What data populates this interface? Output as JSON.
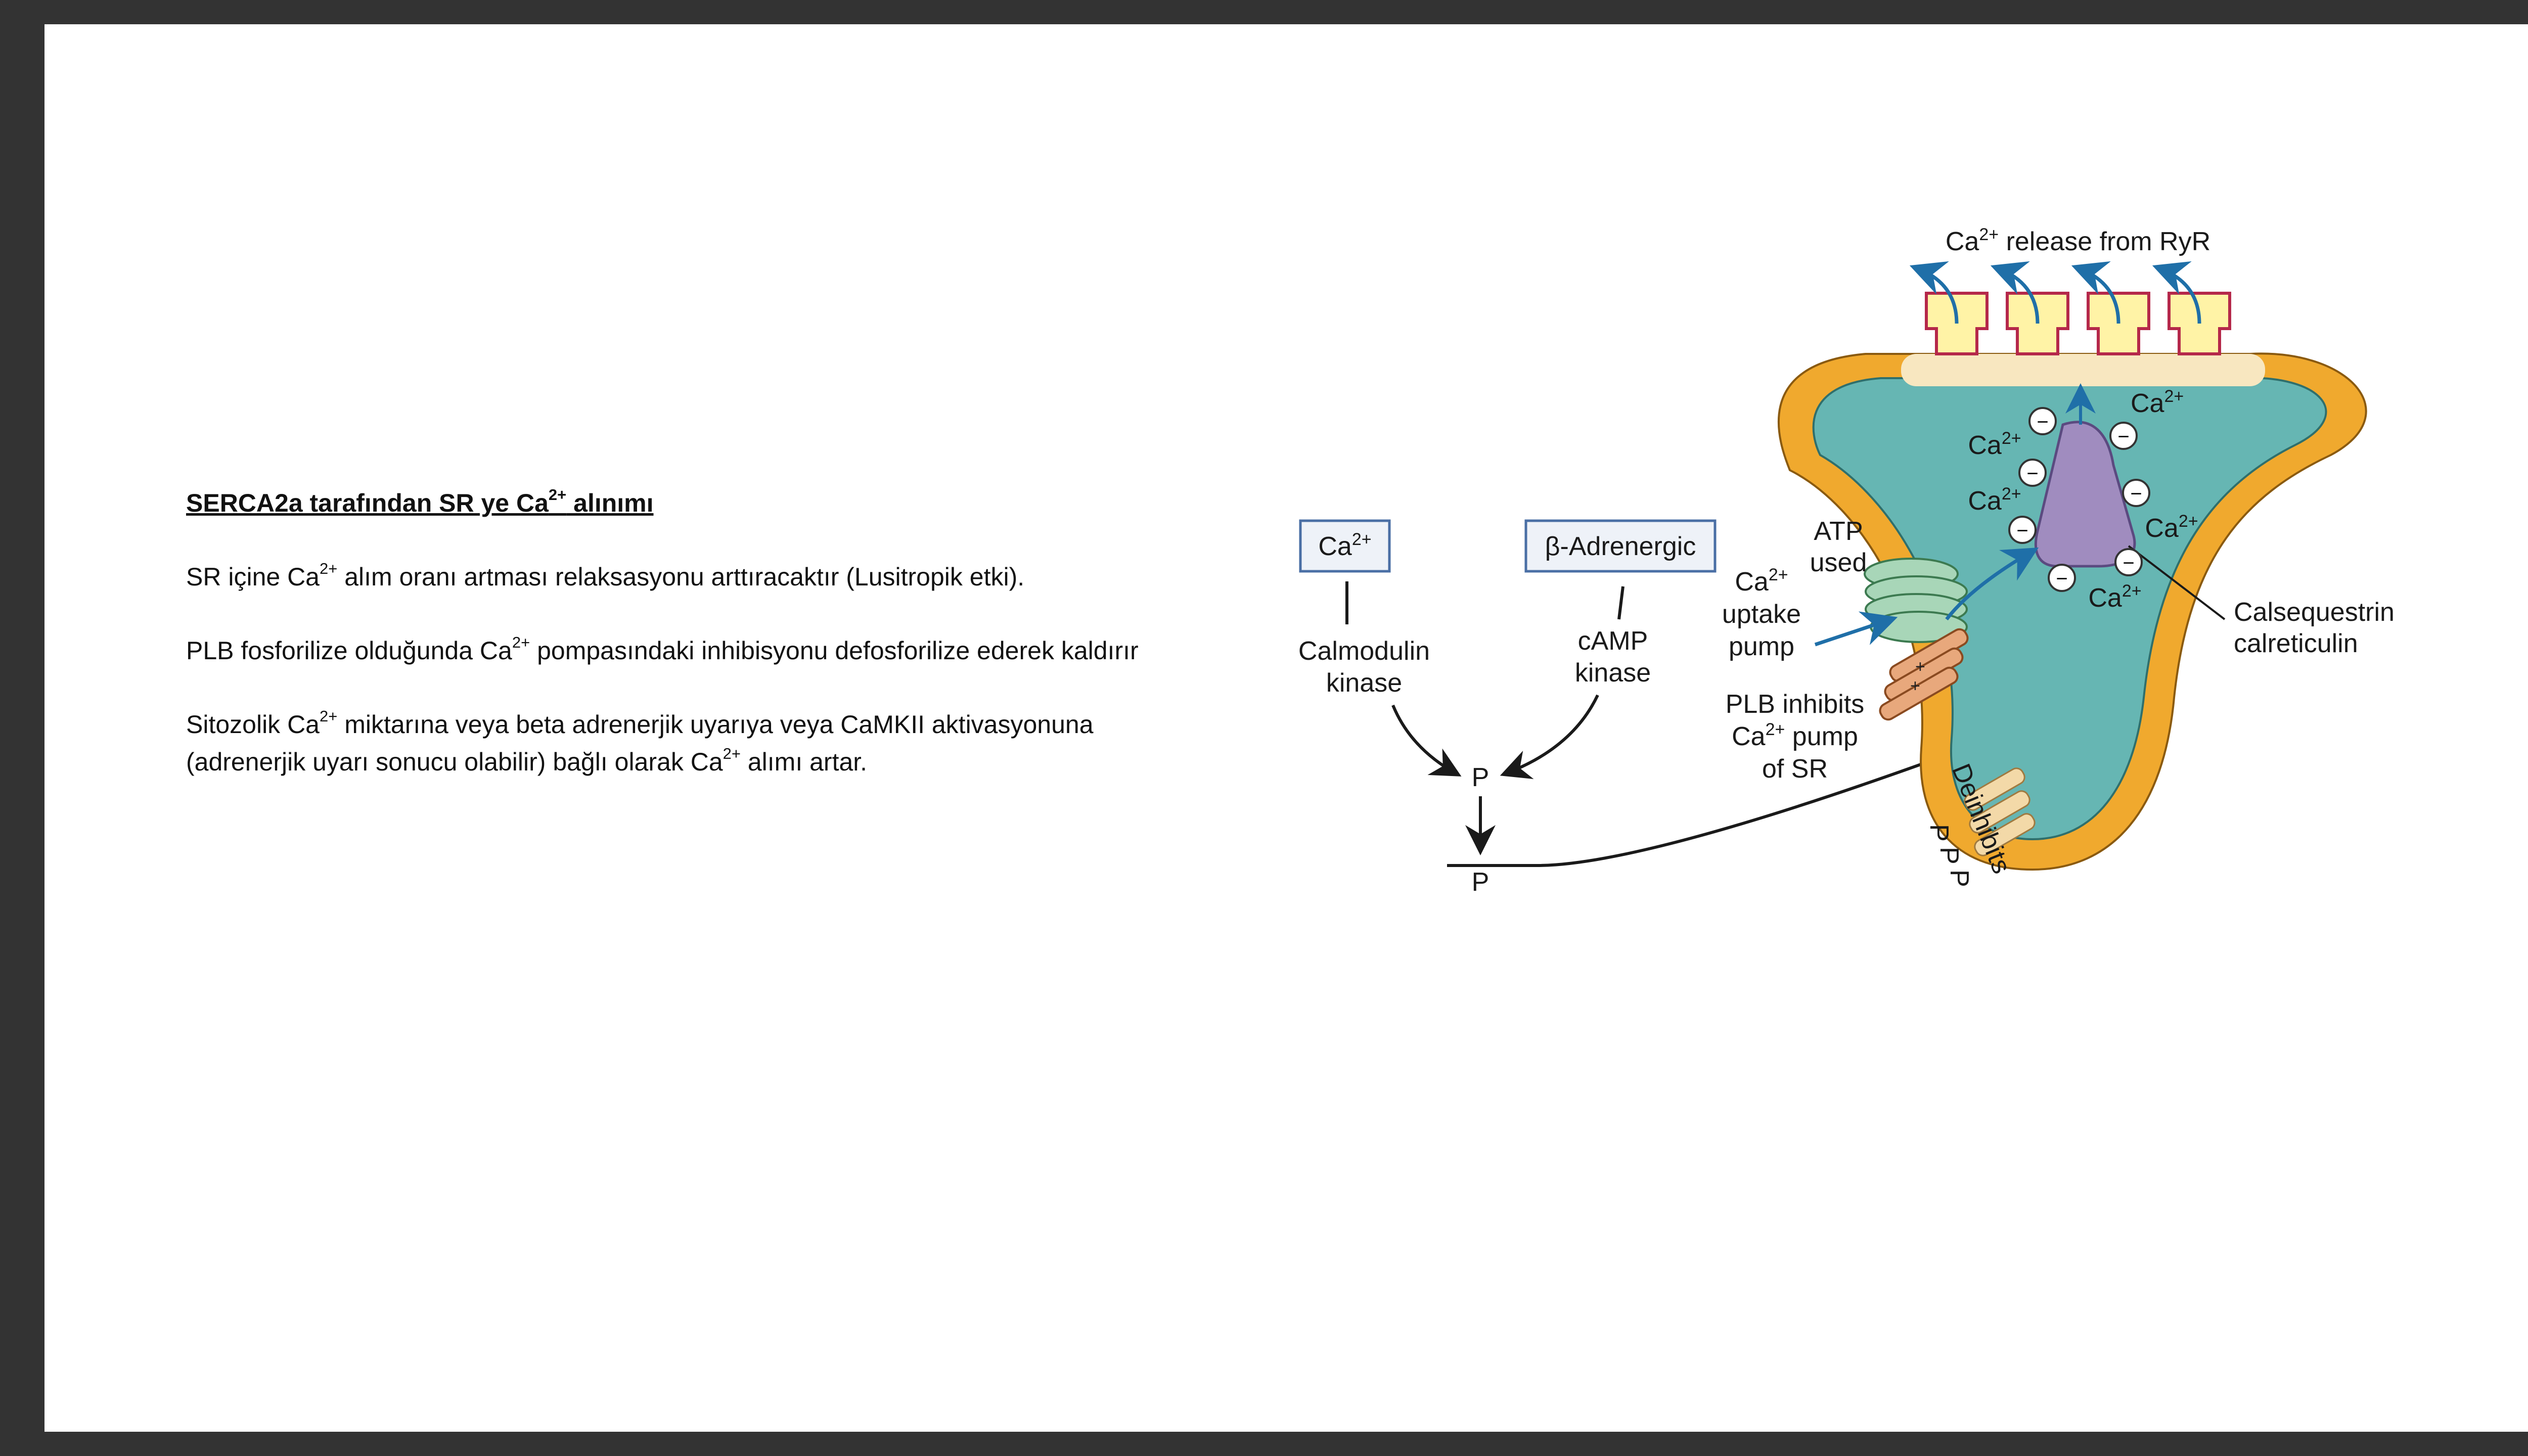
{
  "text": {
    "heading": {
      "pre": "SERCA2a tarafından SR ye Ca",
      "sup": "2+",
      "post": " alınımı"
    },
    "p1": {
      "pre": "SR içine Ca",
      "sup": "2+",
      "post": " alım oranı artması relaksasyonu arttıracaktır (Lusitropik etki)."
    },
    "p2": {
      "pre": "PLB fosforilize olduğunda Ca",
      "sup": "2+",
      "post": " pompasındaki inhibisyonu defosforilize ederek kaldırır"
    },
    "p3": {
      "pre": "Sitozolik Ca",
      "sup": "2+",
      "mid": " miktarına veya beta adrenerjik uyarıya veya CaMKII aktivasyonuna (adrenerjik uyarı sonucu olabilir) bağlı olarak Ca",
      "sup2": "2+",
      "post": " alımı artar."
    }
  },
  "diagram": {
    "ca_box": {
      "main": "Ca",
      "sup": "2+"
    },
    "beta_box": "β-Adrenergic",
    "calmodulin_kinase": [
      "Calmodulin",
      "kinase"
    ],
    "camp_kinase": [
      "cAMP",
      "kinase"
    ],
    "p_top": "P",
    "p_bottom": "P",
    "atp_used": [
      "ATP",
      "used"
    ],
    "uptake_pump": {
      "line1_main": "Ca",
      "line1_sup": "2+",
      "line2": "uptake",
      "line3": "pump"
    },
    "plb_inhibits": {
      "line1": "PLB inhibits",
      "line2_main": "Ca",
      "line2_sup": "2+",
      "line2_post": " pump",
      "line3": "of SR"
    },
    "ryr_release": {
      "main": "Ca",
      "sup": "2+",
      "post": " release from RyR"
    },
    "ca_labels": [
      {
        "main": "Ca",
        "sup": "2+"
      },
      {
        "main": "Ca",
        "sup": "2+"
      },
      {
        "main": "Ca",
        "sup": "2+"
      },
      {
        "main": "Ca",
        "sup": "2+"
      },
      {
        "main": "Ca",
        "sup": "2+"
      }
    ],
    "calsequestrin": [
      "Calsequestrin",
      "calreticulin"
    ],
    "deinhibits": "Deinhibits",
    "phospho_marks": [
      "P",
      "P",
      "P"
    ],
    "charge_minus": "−",
    "charge_plus": "+"
  },
  "colors": {
    "frame": "#333333",
    "sr_outer": "#f0a92e",
    "sr_inner": "#66b6b3",
    "calsequestrin": "#a08cbf",
    "ryr": "#fff3a6",
    "ryr_outline": "#b5284a",
    "arrow_blue": "#1f6fa8",
    "pump_green": "#a8d6b8",
    "plb_orange": "#e8a87c",
    "box_border": "#4a6fa5"
  }
}
